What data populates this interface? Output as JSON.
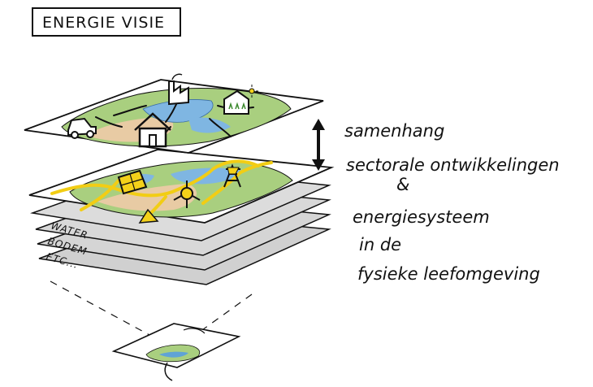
{
  "title": "ENERGIE VISIE",
  "annotations": {
    "line1": "samenhang",
    "line2": "sectorale ontwikkelingen",
    "line3": "&",
    "line4": "energiesysteem",
    "line5": "in de",
    "line6": "fysieke leefomgeving"
  },
  "layer_labels": [
    "WATER",
    "BODEM",
    "ETC..."
  ],
  "colors": {
    "ink": "#111111",
    "green": "#86b85a",
    "water": "#5fa3d6",
    "sand": "#e7c9a0",
    "energy_yellow": "#f4d11a",
    "gray_layer": "#d3d3d3"
  },
  "icons": [
    "car-icon",
    "house-icon",
    "factory-icon",
    "greenhouse-icon",
    "sun-icon",
    "solar-panel-icon",
    "wind-turbine-icon",
    "power-pylon-icon",
    "double-arrow-icon"
  ]
}
